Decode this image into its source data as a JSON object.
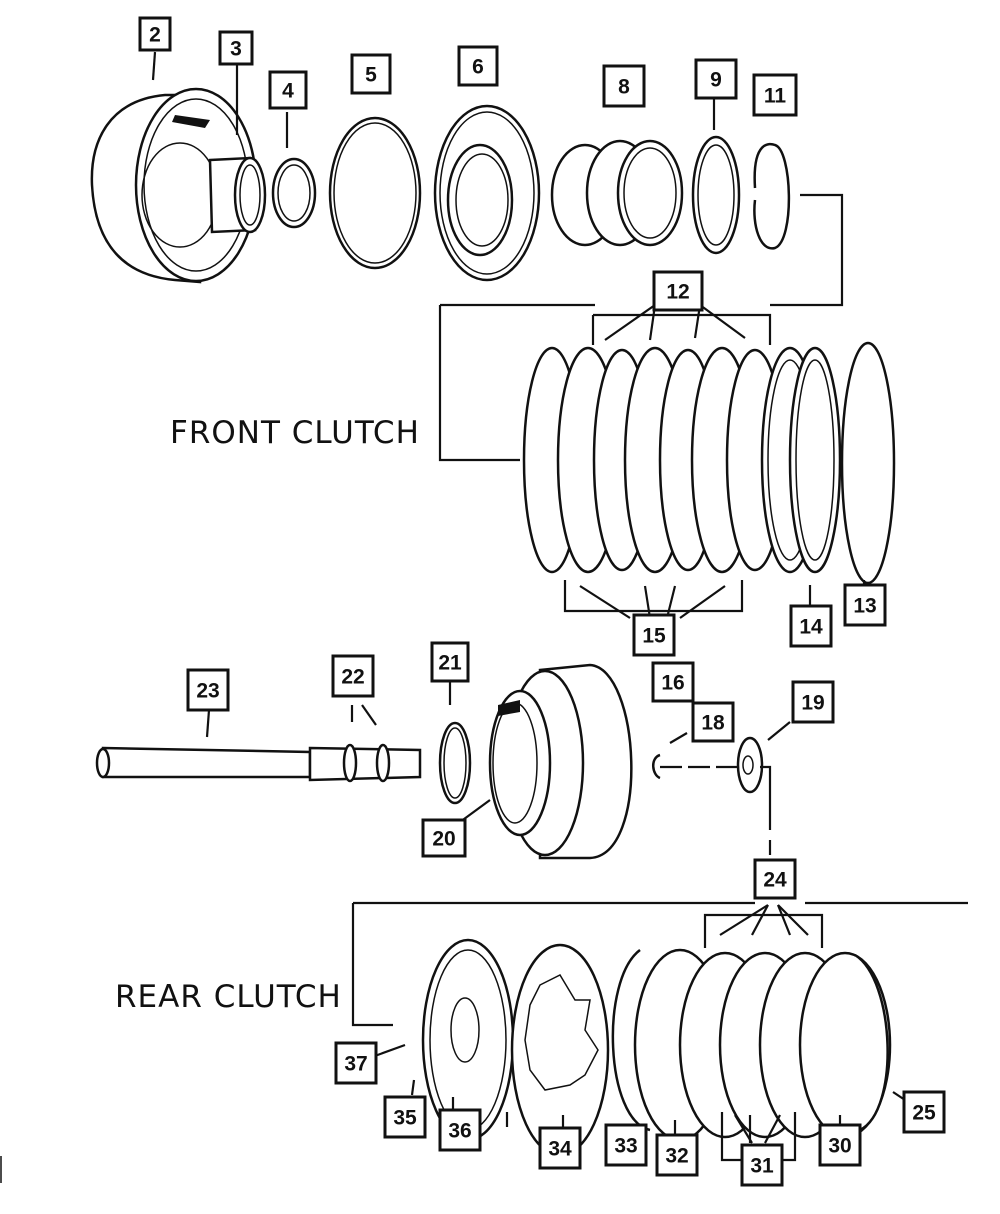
{
  "diagram": {
    "type": "exploded parts diagram",
    "sections": [
      {
        "id": "front",
        "title": "FRONT CLUTCH"
      },
      {
        "id": "rear",
        "title": "REAR CLUTCH"
      }
    ],
    "callouts": [
      {
        "key": "c2",
        "label": "2"
      },
      {
        "key": "c3",
        "label": "3"
      },
      {
        "key": "c4",
        "label": "4"
      },
      {
        "key": "c5",
        "label": "5"
      },
      {
        "key": "c6",
        "label": "6"
      },
      {
        "key": "c8",
        "label": "8"
      },
      {
        "key": "c9",
        "label": "9"
      },
      {
        "key": "c11",
        "label": "11"
      },
      {
        "key": "c12",
        "label": "12"
      },
      {
        "key": "c13",
        "label": "13"
      },
      {
        "key": "c14",
        "label": "14"
      },
      {
        "key": "c15",
        "label": "15"
      },
      {
        "key": "c16",
        "label": "16"
      },
      {
        "key": "c18",
        "label": "18"
      },
      {
        "key": "c19",
        "label": "19"
      },
      {
        "key": "c20",
        "label": "20"
      },
      {
        "key": "c21",
        "label": "21"
      },
      {
        "key": "c22",
        "label": "22"
      },
      {
        "key": "c23",
        "label": "23"
      },
      {
        "key": "c24",
        "label": "24"
      },
      {
        "key": "c25",
        "label": "25"
      },
      {
        "key": "c30",
        "label": "30"
      },
      {
        "key": "c31",
        "label": "31"
      },
      {
        "key": "c32",
        "label": "32"
      },
      {
        "key": "c33",
        "label": "33"
      },
      {
        "key": "c34",
        "label": "34"
      },
      {
        "key": "c35",
        "label": "35"
      },
      {
        "key": "c36",
        "label": "36"
      },
      {
        "key": "c37",
        "label": "37"
      }
    ]
  }
}
